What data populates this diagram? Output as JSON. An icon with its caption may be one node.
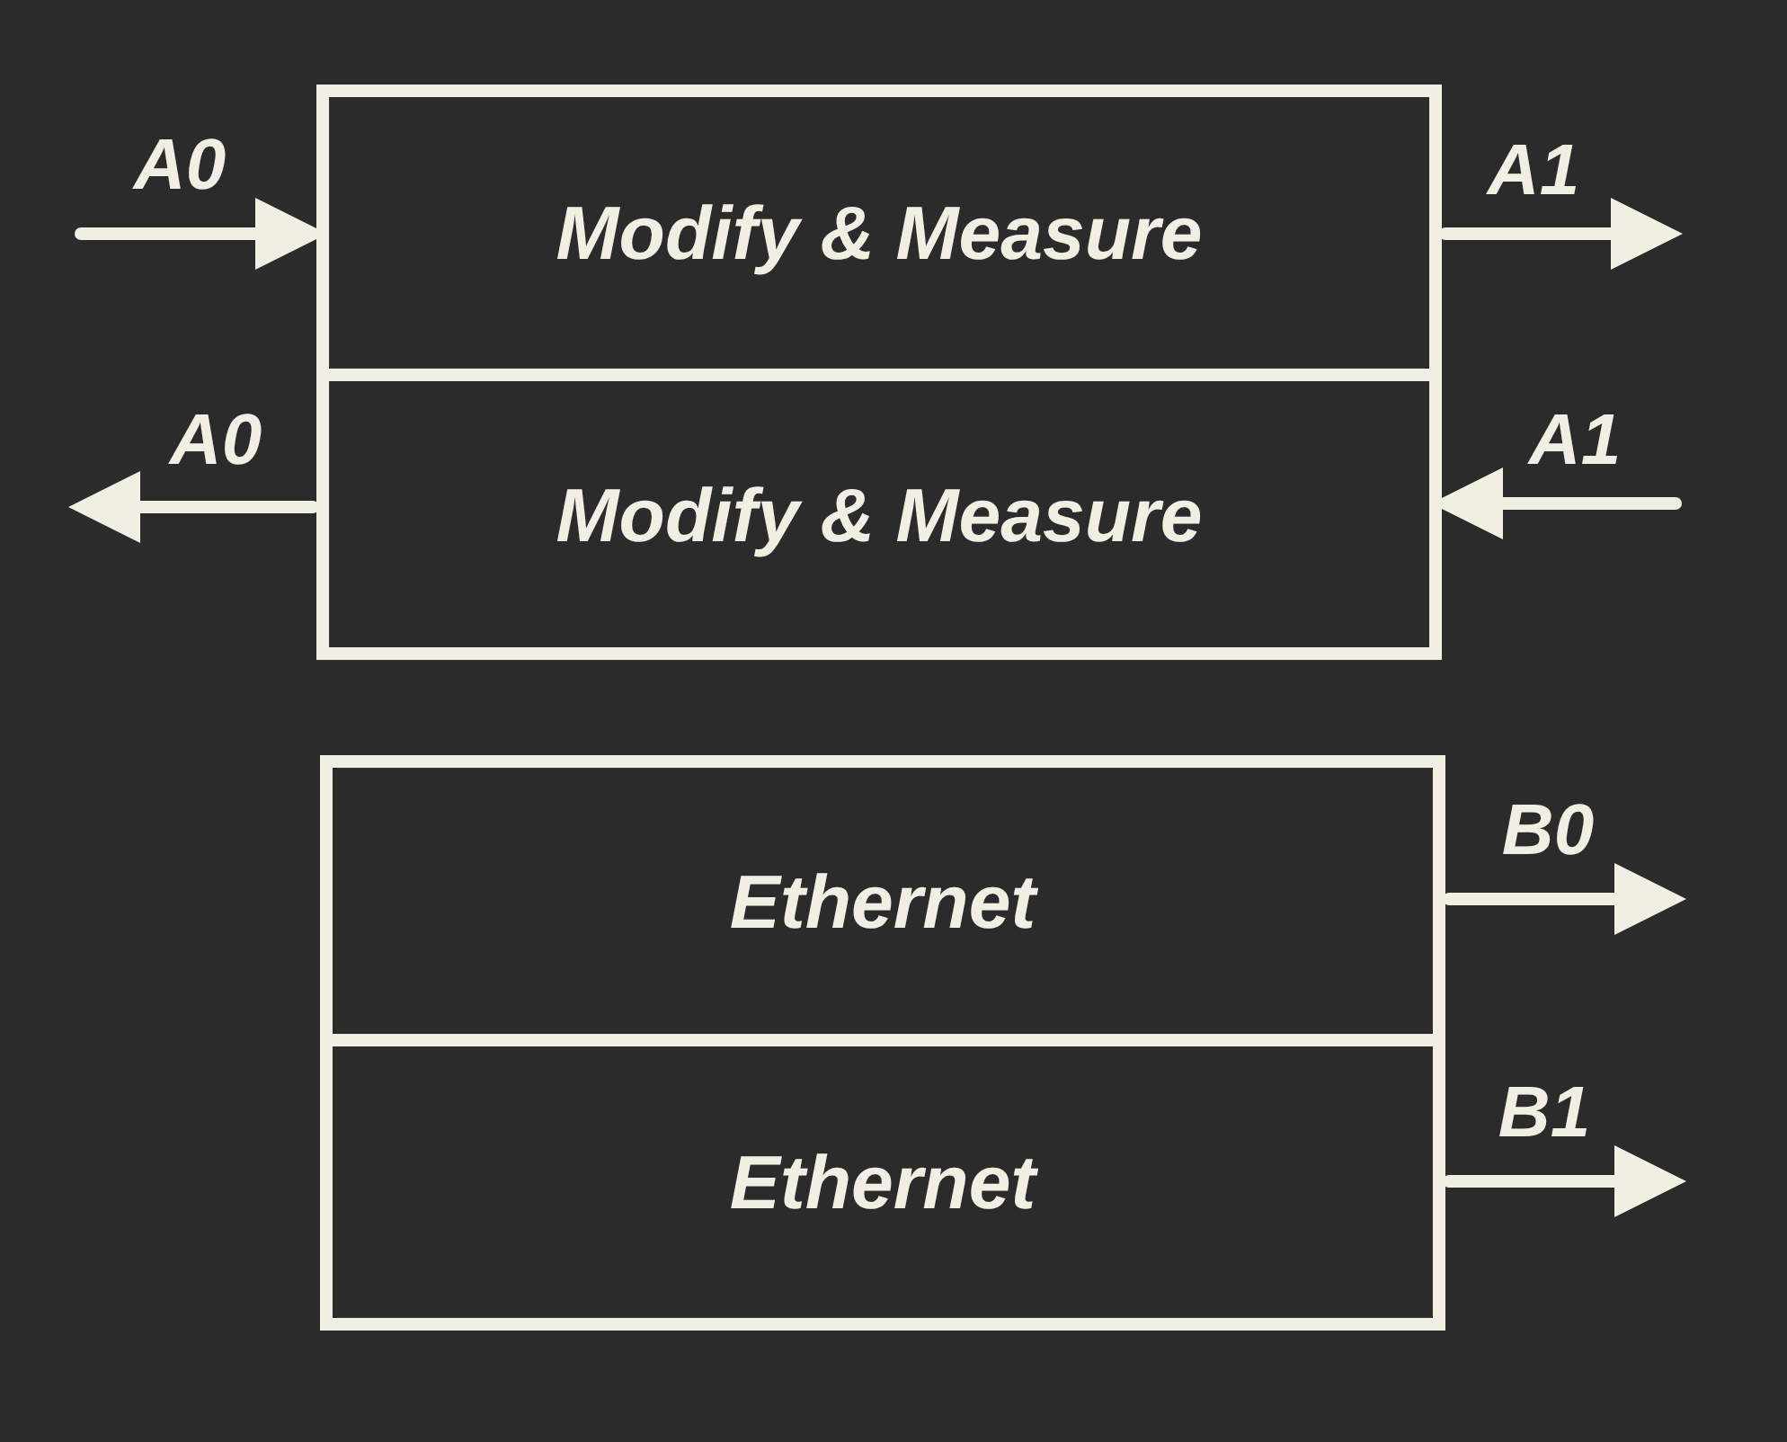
{
  "diagram": {
    "nodes": [
      {
        "text": [
          "Modify & Measure"
        ]
      },
      {
        "text": [
          "Modify & Measure"
        ]
      },
      {
        "text": [
          "Ethernet"
        ]
      },
      {
        "text": [
          "Ethernet"
        ]
      }
    ],
    "edges": [
      {
        "from": null,
        "to": 0,
        "arrow": "to",
        "label": "A0"
      },
      {
        "from": 0,
        "to": null,
        "arrow": "to",
        "label": "A1"
      },
      {
        "from": 1,
        "to": null,
        "arrow": "to",
        "label": "A0"
      },
      {
        "from": null,
        "to": 1,
        "arrow": "to",
        "label": "A1"
      },
      {
        "from": 2,
        "to": null,
        "arrow": "to",
        "label": "B0"
      },
      {
        "from": 3,
        "to": null,
        "arrow": "to",
        "label": "B1"
      }
    ]
  }
}
